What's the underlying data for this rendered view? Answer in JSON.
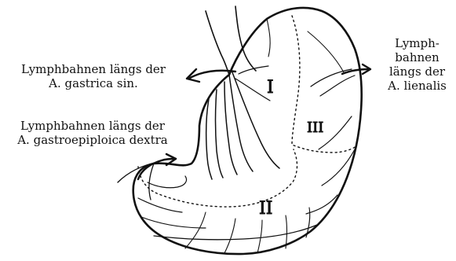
{
  "labels": {
    "gastrica_sin": [
      "Lymphbahnen längs der",
      "A. gastrica sin."
    ],
    "gastroepiploica_dextra": [
      "Lymphbahnen längs der",
      "A. gastroepiploica dextra"
    ],
    "lienalis": [
      "Lymph-",
      "bahnen",
      "längs der",
      "A. lienalis"
    ]
  },
  "regions": {
    "region_1": "I",
    "region_2": "II",
    "region_3": "III"
  },
  "colors": {
    "ink": "#111111",
    "background": "#ffffff"
  }
}
